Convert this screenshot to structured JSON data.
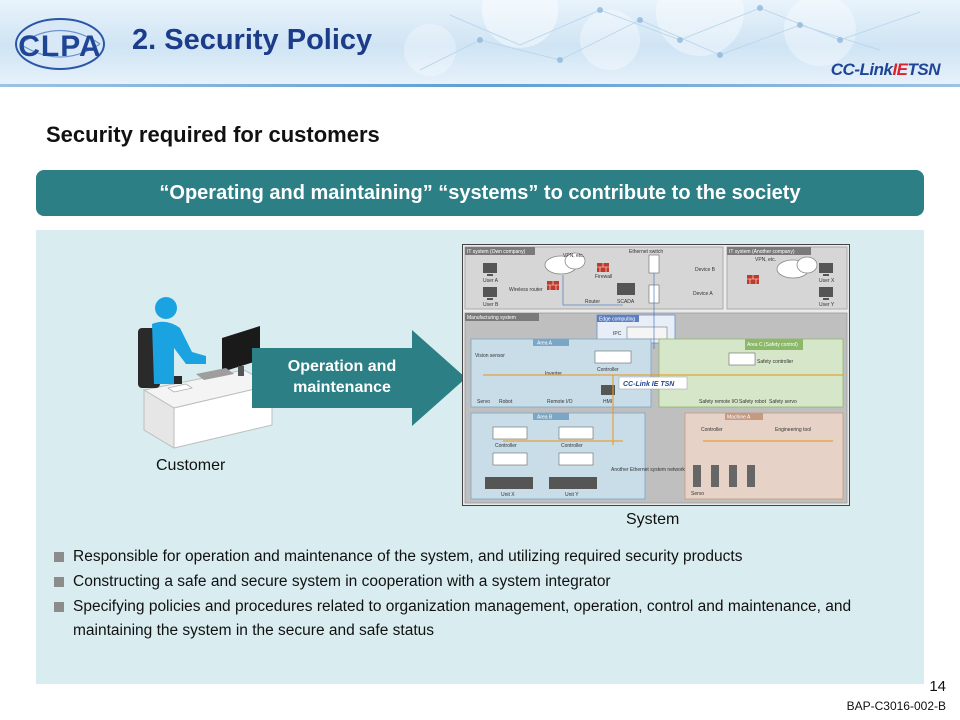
{
  "header": {
    "title": "2. Security Policy",
    "logo_text": "CLPA",
    "brand_main": "CC-Link",
    "brand_accent": "IE",
    "brand_suffix": "TSN"
  },
  "subtitle": "Security required for customers",
  "banner": "“Operating and maintaining” “systems” to contribute to the society",
  "diagram": {
    "customer_label": "Customer",
    "arrow_line1": "Operation and",
    "arrow_line2": "maintenance",
    "system_label": "System",
    "system_labels": {
      "it_own": "IT system (Own company)",
      "it_another": "IT system (Another company)",
      "manufacturing": "Manufacturing system",
      "edge": "Edge computing",
      "area_a": "Area A",
      "area_b": "Area B",
      "area_c": "Area C (Safety control)",
      "machine_a": "Machine A",
      "cclink": "CC-Link IE TSN",
      "firewall": "Firewall",
      "vpn": "VPN, etc.",
      "scada": "SCADA",
      "ethernet_switch": "Ethernet switch",
      "controller": "Controller",
      "servo": "Servo",
      "vision_sensor": "Vision sensor",
      "robot": "Robot",
      "unit_x": "Unit X",
      "unit_y": "Unit Y",
      "router": "Router",
      "wireless_router": "Wireless router",
      "device_a": "Device A",
      "device_b": "Device B",
      "user_a": "User A",
      "user_b": "User B",
      "user_x": "User X",
      "user_y": "User Y",
      "ipc": "IPC",
      "hmi": "HMI",
      "inverter": "Inverter",
      "remote_io": "Remote I/O",
      "safety_controller": "Safety controller",
      "safety_robot": "Safety robot",
      "safety_servo": "Safety servo",
      "safety_remote_io": "Safety remote I/O",
      "engineering_tool": "Engineering tool",
      "another_network": "Another Ethernet system network"
    }
  },
  "bullets": [
    "Responsible for operation and maintenance of the system, and utilizing required security products",
    "Constructing a safe and secure system in cooperation with a system integrator",
    "Specifying policies and procedures related to organization management, operation, control and maintenance, and maintaining the system in the secure and safe status"
  ],
  "footer": {
    "page_number": "14",
    "doc_code": "BAP-C3016-002-B"
  },
  "colors": {
    "title": "#1c3c8a",
    "banner": "#2d7f86",
    "panel": "#d9ecf0",
    "arrow": "#2d7f86",
    "customer_silhouette": "#1aa3e0"
  }
}
